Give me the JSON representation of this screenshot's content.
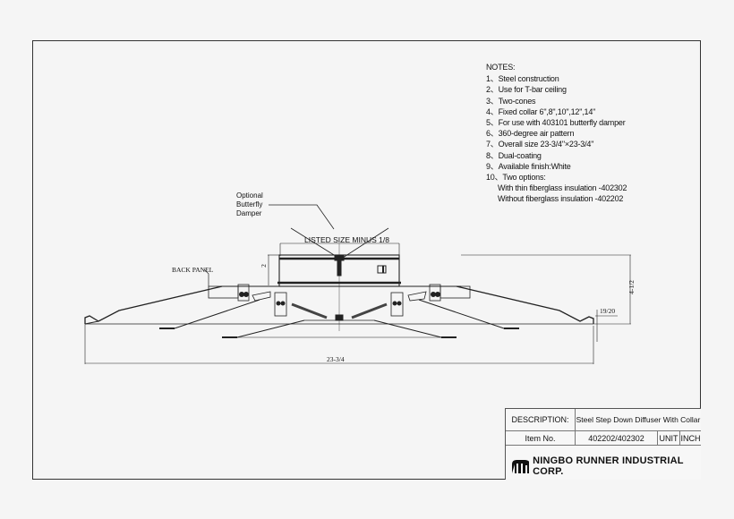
{
  "notes": {
    "title": "NOTES:",
    "items": [
      "1、Steel construction",
      "2、Use for T-bar ceiling",
      "3、Two-cones",
      "4、Fixed collar 6\",8\",10\",12\",14\"",
      "5、For use with 403101 butterfly damper",
      "6、360-degree air pattern",
      "7、Overall size 23-3/4\"×23-3/4\"",
      "8、Dual-coating",
      "9、Available finish:White",
      "10、Two options:"
    ],
    "sub_items": [
      "With thin fiberglass insulation -402302",
      "Without fiberglass insulation -402202"
    ]
  },
  "drawing": {
    "callout_damper": "Optional\nButterfly\nDamper",
    "callout_damper_lines": [
      "Optional",
      "Butterfly",
      "Damper"
    ],
    "listed_size": "LISTED SIZE MINUS 1/8",
    "back_panel": "BACK PANEL",
    "dim_collar_height": "2",
    "dim_overall_height": "4-1/2",
    "dim_lip": "19/20",
    "dim_overall_width": "23-3/4"
  },
  "title_block": {
    "description_label": "DESCRIPTION:",
    "description_value": "Steel Step Down Diffuser With Collar",
    "item_label": "Item No.",
    "item_value": "402202/402302",
    "unit_label": "UNIT",
    "unit_value": "INCH",
    "company": "NINGBO RUNNER INDUSTRIAL CORP."
  }
}
